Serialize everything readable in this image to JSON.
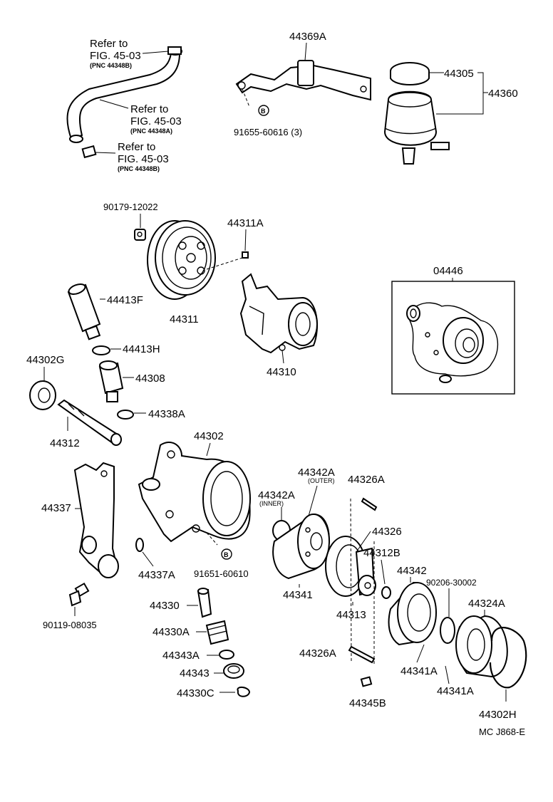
{
  "labels": {
    "refer1_line1": "Refer to",
    "refer1_line2": "FIG. 45-03",
    "refer1_line3": "(PNC 44348B)",
    "refer2_line1": "Refer to",
    "refer2_line2": "FIG. 45-03",
    "refer2_line3": "(PNC 44348A)",
    "refer3_line1": "Refer to",
    "refer3_line2": "FIG. 45-03",
    "refer3_line3": "(PNC 44348B)",
    "p44369A": "44369A",
    "p91655": "91655-60616 (3)",
    "p44305": "44305",
    "p44360": "44360",
    "p90179": "90179-12022",
    "p44311A": "44311A",
    "p44413F": "44413F",
    "p44311": "44311",
    "p44413H": "44413H",
    "p44310": "44310",
    "p04446": "04446",
    "p44302G": "44302G",
    "p44308": "44308",
    "p44338A": "44338A",
    "p44312": "44312",
    "p44302": "44302",
    "p44342A_outer": "44342A",
    "outer_note": "(OUTER)",
    "p44326A_top": "44326A",
    "p44342A_inner": "44342A",
    "inner_note": "(INNER)",
    "p44337": "44337",
    "p44326": "44326",
    "p44312B": "44312B",
    "p44342": "44342",
    "p90206": "90206-30002",
    "p44337A": "44337A",
    "p91651": "91651-60610",
    "p44341": "44341",
    "p44324A": "44324A",
    "p44313": "44313",
    "p44330": "44330",
    "p90119": "90119-08035",
    "p44330A": "44330A",
    "p44326A_bottom": "44326A",
    "p44341A_1": "44341A",
    "p44343A": "44343A",
    "p44343": "44343",
    "p44341A_2": "44341A",
    "p44330C": "44330C",
    "p44345B": "44345B",
    "p44302H": "44302H",
    "code": "MC J868-E",
    "bolt_marker_1": "B",
    "bolt_marker_2": "B"
  }
}
